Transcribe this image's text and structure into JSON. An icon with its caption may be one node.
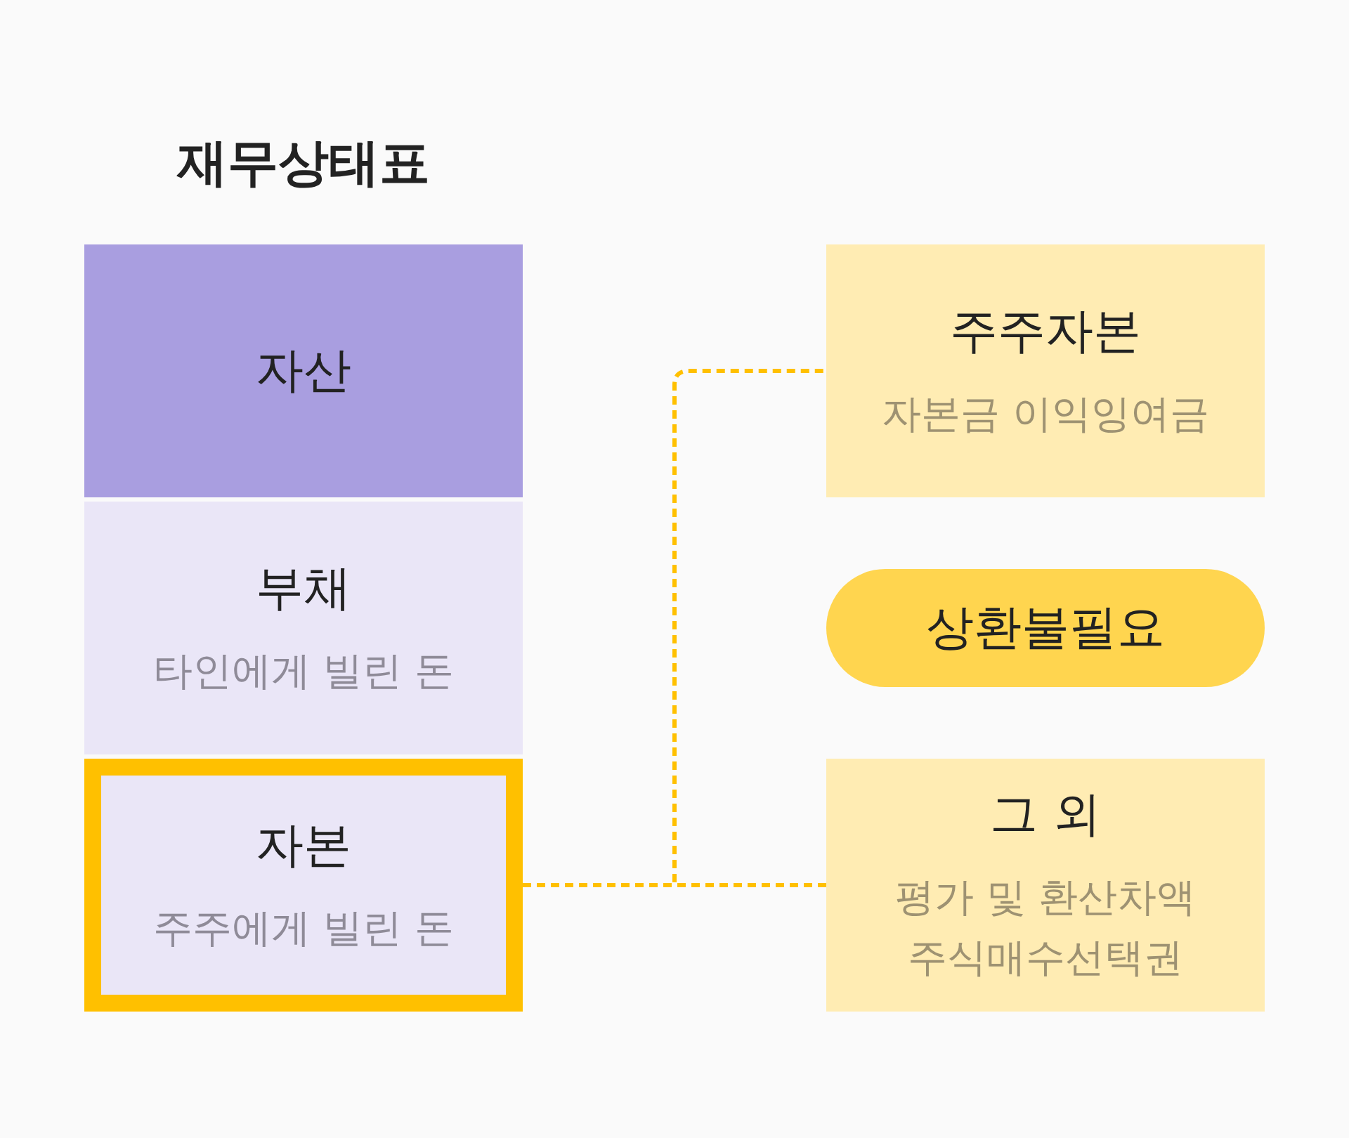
{
  "diagram": {
    "title": "재무상태표",
    "nodes": [
      {
        "text": [
          "자산"
        ]
      },
      {
        "text": [
          "부채",
          "타인에게 빌린 돈"
        ]
      },
      {
        "text": [
          "자본",
          "주주에게 빌린 돈"
        ]
      },
      {
        "text": [
          "주주자본",
          "자본금 이익잉여금"
        ]
      },
      {
        "text": [
          "상환불필요"
        ]
      },
      {
        "text": [
          "그 외",
          "평가 및 환산차액 주식매수선택권"
        ]
      }
    ],
    "edges": [
      {
        "from": 2,
        "to": 3,
        "arrow": "none",
        "style": "dashed"
      },
      {
        "from": 2,
        "to": 5,
        "arrow": "none",
        "style": "dashed"
      }
    ]
  }
}
